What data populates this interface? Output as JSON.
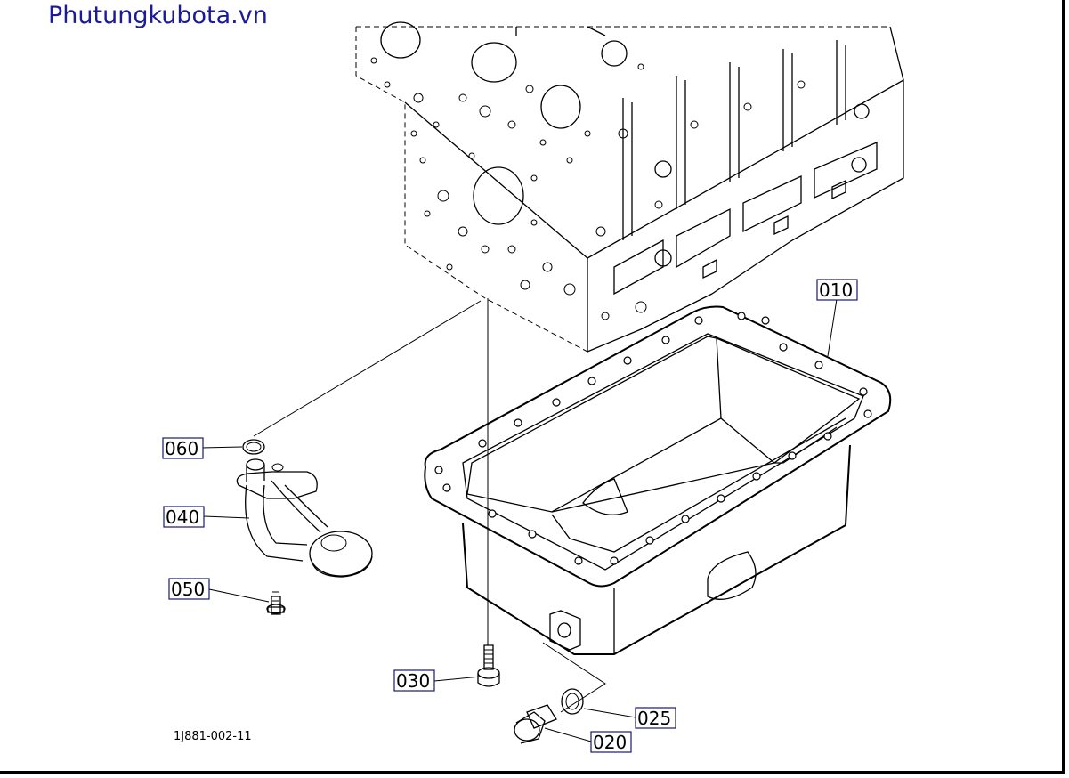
{
  "watermark": "Phutungkubota.vn",
  "drawing_code": "1J881-002-11",
  "parts": [
    {
      "label": "010"
    },
    {
      "label": "060"
    },
    {
      "label": "040"
    },
    {
      "label": "050"
    },
    {
      "label": "030"
    },
    {
      "label": "025"
    },
    {
      "label": "020"
    }
  ],
  "colors": {
    "watermark": "#1a1a9a",
    "line": "#000000",
    "background": "#ffffff"
  }
}
